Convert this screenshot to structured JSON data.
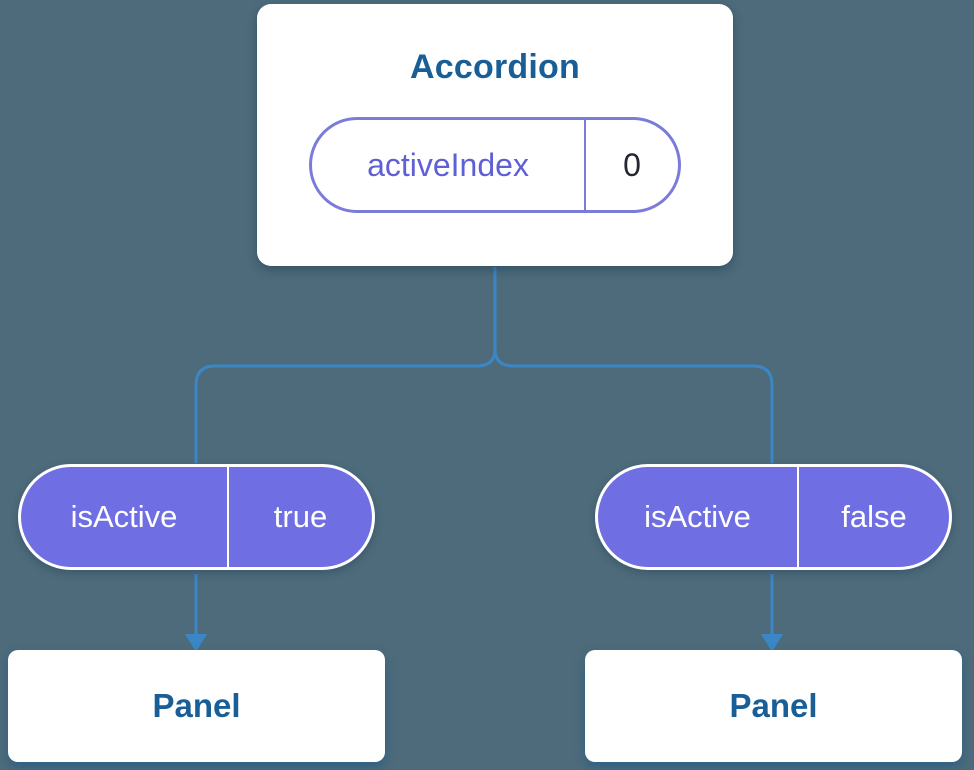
{
  "diagram": {
    "root": {
      "title": "Accordion",
      "state": {
        "label": "activeIndex",
        "value": "0"
      }
    },
    "children": [
      {
        "prop": {
          "label": "isActive",
          "value": "true"
        },
        "node": {
          "title": "Panel"
        }
      },
      {
        "prop": {
          "label": "isActive",
          "value": "false"
        },
        "node": {
          "title": "Panel"
        }
      }
    ],
    "colors": {
      "background": "#4d6b7a",
      "card_bg": "#ffffff",
      "title_text": "#1a5e97",
      "pill_fill": "#6f6fe3",
      "pill_outline": "#7b7bd9",
      "pill_label_text": "#5f5fd6",
      "pill_value_text": "#23272f",
      "connector": "#3b87c6"
    }
  }
}
